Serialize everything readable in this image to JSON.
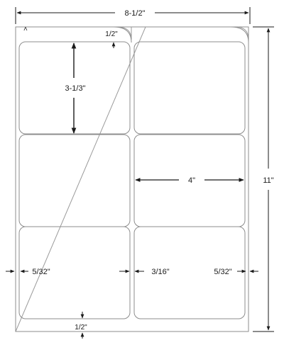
{
  "dimensions": {
    "sheet_width": "8-1/2\"",
    "sheet_height": "11\"",
    "top_margin": "1/2\"",
    "bottom_margin": "1/2\"",
    "label_height": "3-1/3\"",
    "label_width": "4\"",
    "left_margin": "5/32\"",
    "gutter": "3/16\"",
    "right_margin": "5/32\""
  },
  "layout": {
    "columns": 2,
    "rows": 3
  }
}
